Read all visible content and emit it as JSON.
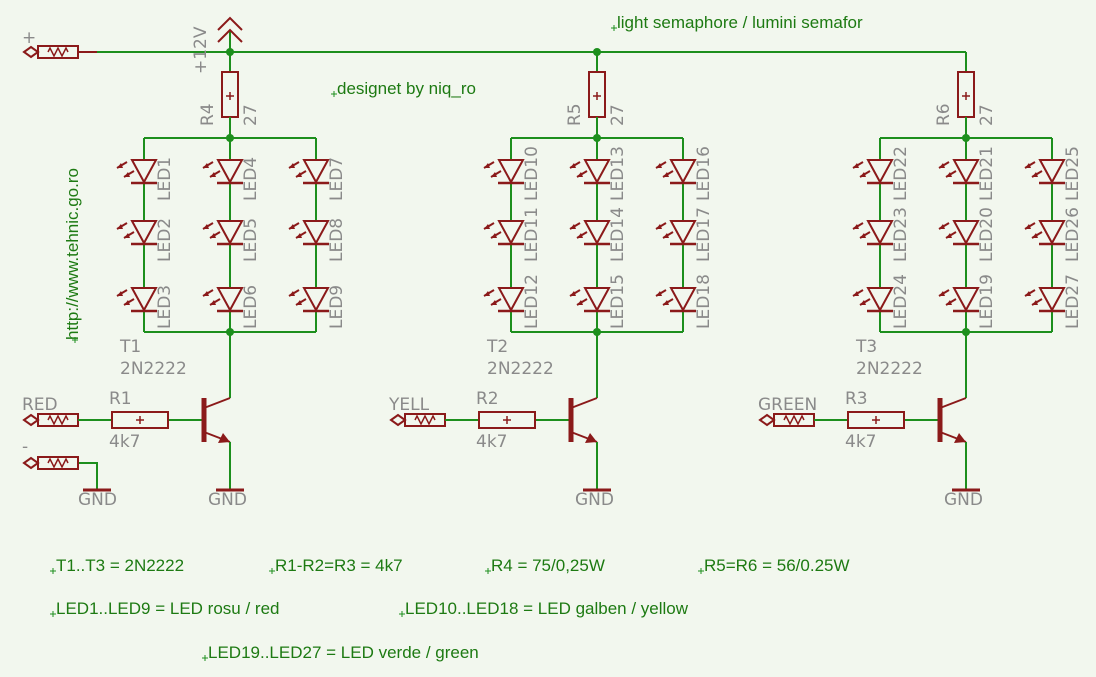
{
  "title": "light semaphore / lumini semafor",
  "designer": "designet by niq_ro",
  "website": "http://www.tehnic.go.ro",
  "supply": {
    "plus": "+",
    "minus": "-",
    "voltage": "+12V"
  },
  "colors": {
    "wire": "#1d8f1d",
    "part": "#8b1a1a",
    "label": "#8a8a8a",
    "note": "#1d7a12",
    "background": "#f2f7ee"
  },
  "channels": [
    {
      "input": "RED",
      "base_resistor": {
        "name": "R1",
        "value": "4k7"
      },
      "series_resistor": {
        "name": "R4",
        "value": "27"
      },
      "transistor": {
        "name": "T1",
        "model": "2N2222"
      },
      "ground": "GND",
      "leds": [
        [
          "LED1",
          "LED2",
          "LED3"
        ],
        [
          "LED4",
          "LED5",
          "LED6"
        ],
        [
          "LED7",
          "LED8",
          "LED9"
        ]
      ]
    },
    {
      "input": "YELL",
      "base_resistor": {
        "name": "R2",
        "value": "4k7"
      },
      "series_resistor": {
        "name": "R5",
        "value": "27"
      },
      "transistor": {
        "name": "T2",
        "model": "2N2222"
      },
      "ground": "GND",
      "leds": [
        [
          "LED10",
          "LED11",
          "LED12"
        ],
        [
          "LED13",
          "LED14",
          "LED15"
        ],
        [
          "LED16",
          "LED17",
          "LED18"
        ]
      ]
    },
    {
      "input": "GREEN",
      "base_resistor": {
        "name": "R3",
        "value": "4k7"
      },
      "series_resistor": {
        "name": "R6",
        "value": "27"
      },
      "transistor": {
        "name": "T3",
        "model": "2N2222"
      },
      "ground": "GND",
      "leds": [
        [
          "LED22",
          "LED23",
          "LED24"
        ],
        [
          "LED21",
          "LED20",
          "LED19"
        ],
        [
          "LED25",
          "LED26",
          "LED27"
        ]
      ]
    }
  ],
  "minus_ground": "GND",
  "notes": [
    "T1..T3 = 2N2222",
    "R1-R2=R3 = 4k7",
    "R4 = 75/0,25W",
    "R5=R6 = 56/0.25W",
    "LED1..LED9 = LED rosu / red",
    "LED10..LED18 = LED galben / yellow",
    "LED19..LED27 = LED verde / green"
  ]
}
